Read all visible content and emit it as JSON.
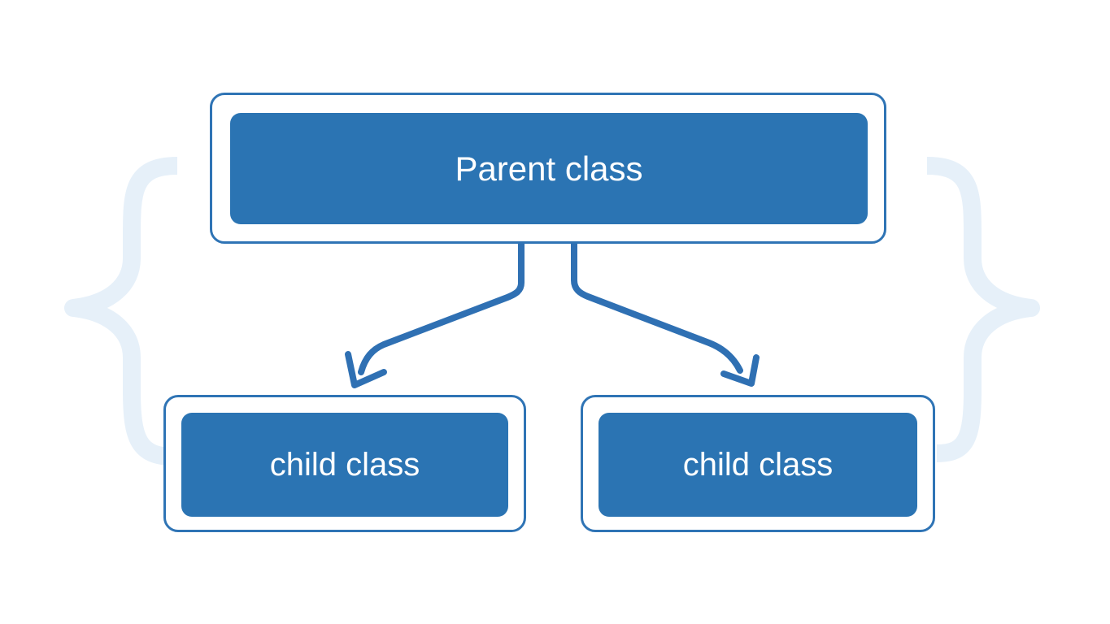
{
  "colors": {
    "node_fill": "#2b74b3",
    "node_border": "#2f74b5",
    "arrow": "#2f70b3",
    "bracket": "#e6f0f9",
    "text": "#ffffff",
    "background": "#ffffff"
  },
  "diagram": {
    "parent": {
      "label": "Parent class"
    },
    "children": [
      {
        "label": "child class"
      },
      {
        "label": "child class"
      }
    ],
    "edges": [
      {
        "from": "parent",
        "to": "children.0"
      },
      {
        "from": "parent",
        "to": "children.1"
      }
    ]
  },
  "icons": {
    "left_decoration": "curly-brace-left-icon",
    "right_decoration": "curly-brace-right-icon"
  }
}
